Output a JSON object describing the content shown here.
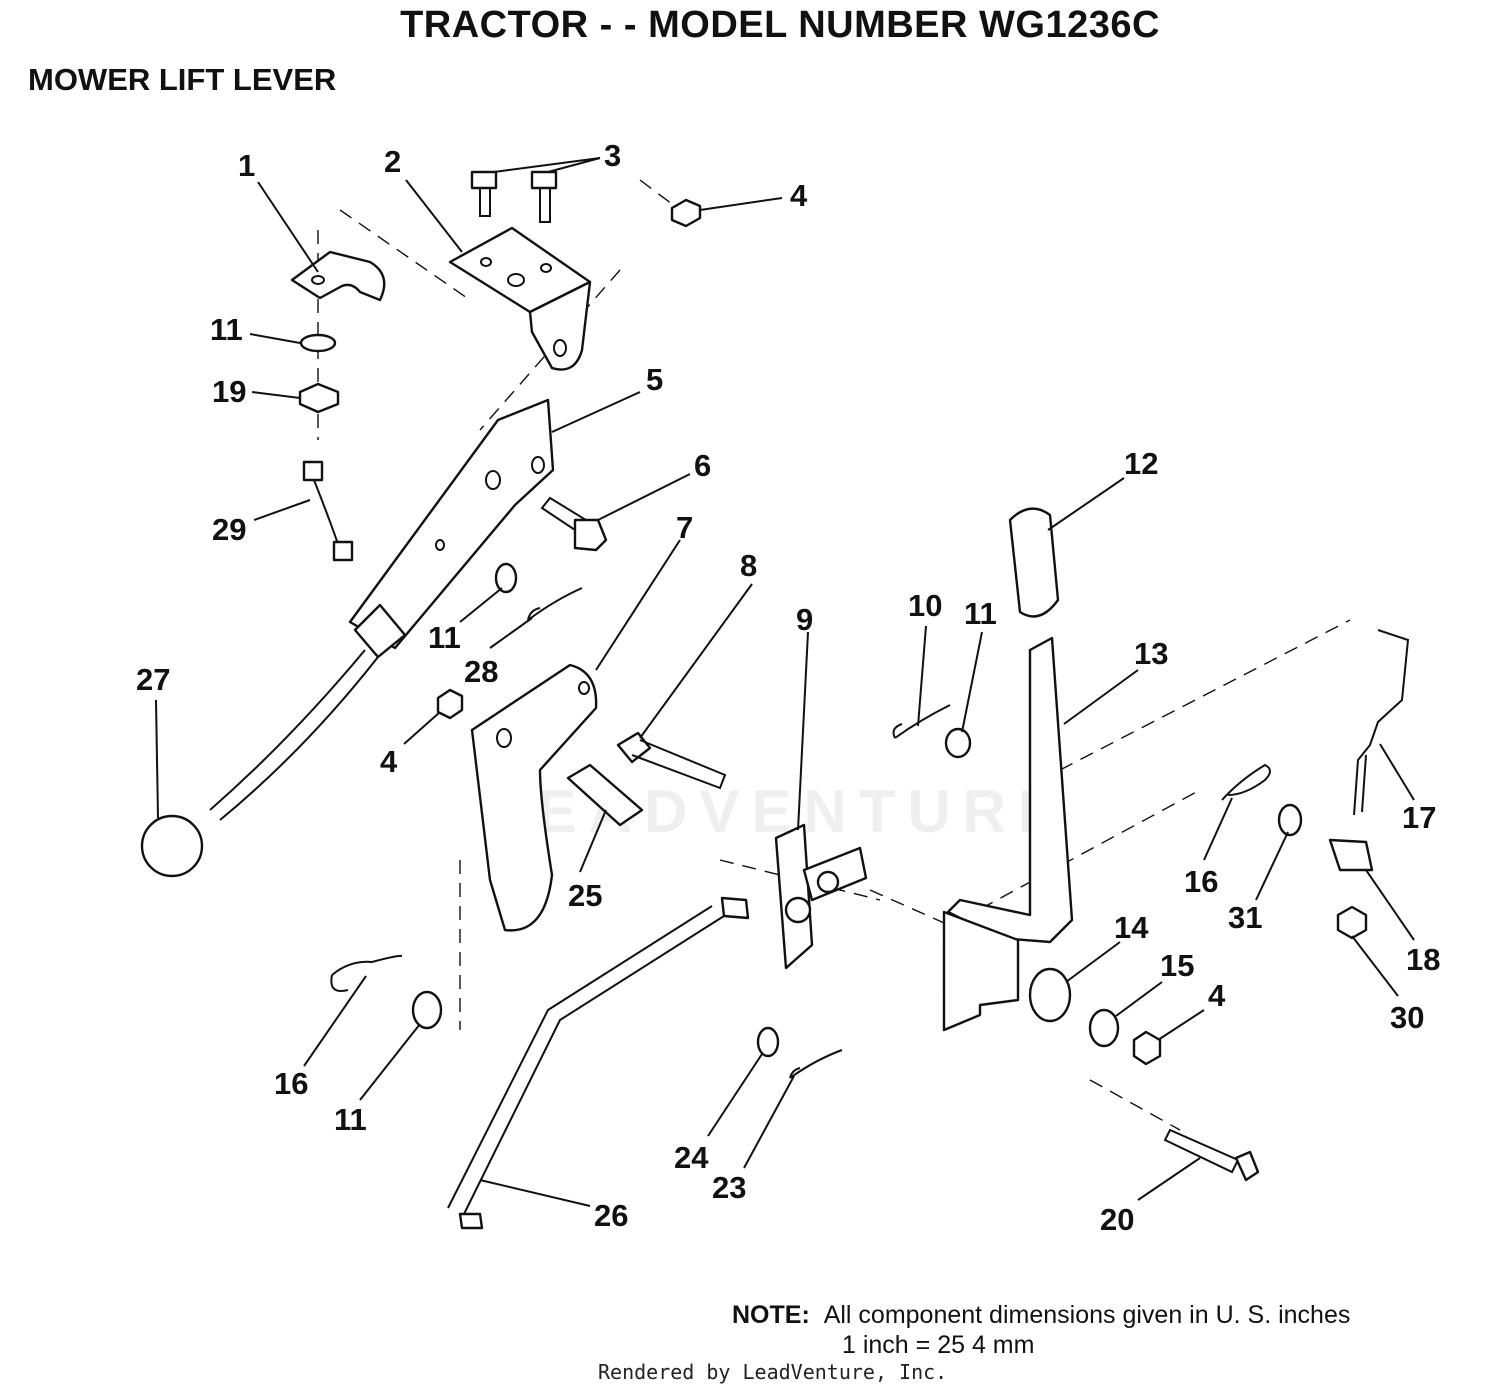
{
  "header": {
    "title": "TRACTOR - - MODEL NUMBER WG1236C",
    "subtitle": "MOWER LIFT LEVER"
  },
  "note": {
    "label": "NOTE:",
    "line1": "All component dimensions given in U. S. inches",
    "line2": "1 inch = 25 4 mm"
  },
  "footer": "Rendered by LeadVenture, Inc.",
  "watermark": "LEADVENTURE",
  "callouts": [
    "1",
    "2",
    "3",
    "4",
    "11",
    "19",
    "5",
    "6",
    "29",
    "7",
    "11",
    "28",
    "27",
    "4",
    "8",
    "25",
    "9",
    "10",
    "11",
    "12",
    "13",
    "16",
    "31",
    "17",
    "18",
    "30",
    "14",
    "15",
    "4",
    "16",
    "11",
    "24",
    "23",
    "26",
    "20"
  ]
}
